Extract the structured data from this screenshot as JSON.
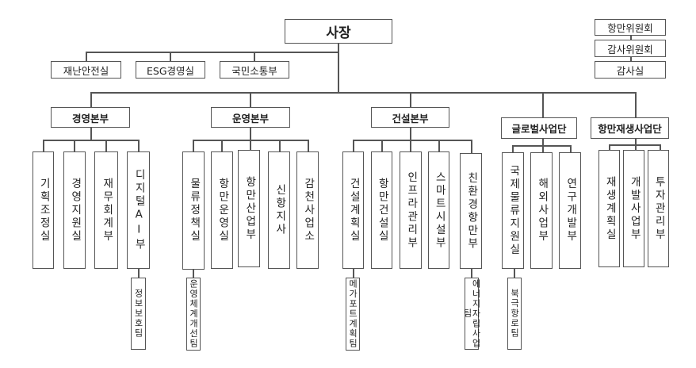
{
  "ceo": "사장",
  "committees": [
    "항만위원회",
    "감사위원회",
    "감사실"
  ],
  "staff_offices": [
    "재난안전실",
    "ESG경영실",
    "국민소통부"
  ],
  "headquarters": [
    {
      "name": "경영본부",
      "departments": [
        "기획조정실",
        "경영지원실",
        "재무회계부",
        "디지털AI부"
      ],
      "teams": [
        {
          "parent": "디지털AI부",
          "name": "정보보호팀"
        }
      ]
    },
    {
      "name": "운영본부",
      "departments": [
        "물류정책실",
        "항만운영실",
        "항만산업부",
        "신항지사",
        "감천사업소"
      ],
      "teams": [
        {
          "parent": "물류정책실",
          "name": "운영체계개선팀"
        }
      ]
    },
    {
      "name": "건설본부",
      "departments": [
        "건설계획실",
        "항만건설실",
        "인프라관리부",
        "스마트시설부",
        "친환경항만부"
      ],
      "teams": [
        {
          "parent": "건설계획실",
          "name": "메가포트계획팀"
        },
        {
          "parent": "친환경항만부",
          "name": "에너지자립사업팀"
        }
      ]
    },
    {
      "name": "글로벌사업단",
      "departments": [
        "국제물류지원실",
        "해외사업부",
        "연구개발부"
      ],
      "teams": [
        {
          "parent": "국제물류지원실",
          "name": "북극항로팀"
        }
      ]
    },
    {
      "name": "항만재생사업단",
      "departments": [
        "재생계획실",
        "개발사업부",
        "투자관리부"
      ],
      "teams": []
    }
  ]
}
